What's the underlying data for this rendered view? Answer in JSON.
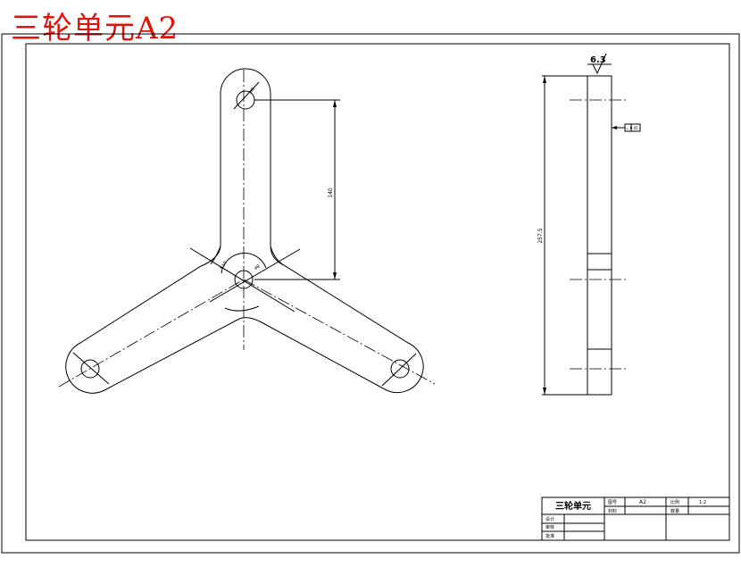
{
  "overlay_title": "三轮单元A2",
  "dimensions": {
    "bore_dia": "ø8",
    "hub_dia": "ø8",
    "fillet": "R10",
    "arm_span": "140",
    "length": "257.5",
    "roughness": "6.3",
    "gdt_frame": "⊥ 0.05"
  },
  "title_block": {
    "part_name": "三轮单元",
    "label_drawing_no": "图号",
    "drawing_no": "A2",
    "label_scale": "比例",
    "scale": "1:2",
    "label_material": "材料",
    "label_qty": "数量",
    "label_design": "设计",
    "label_check": "审核",
    "label_approve": "批准"
  }
}
